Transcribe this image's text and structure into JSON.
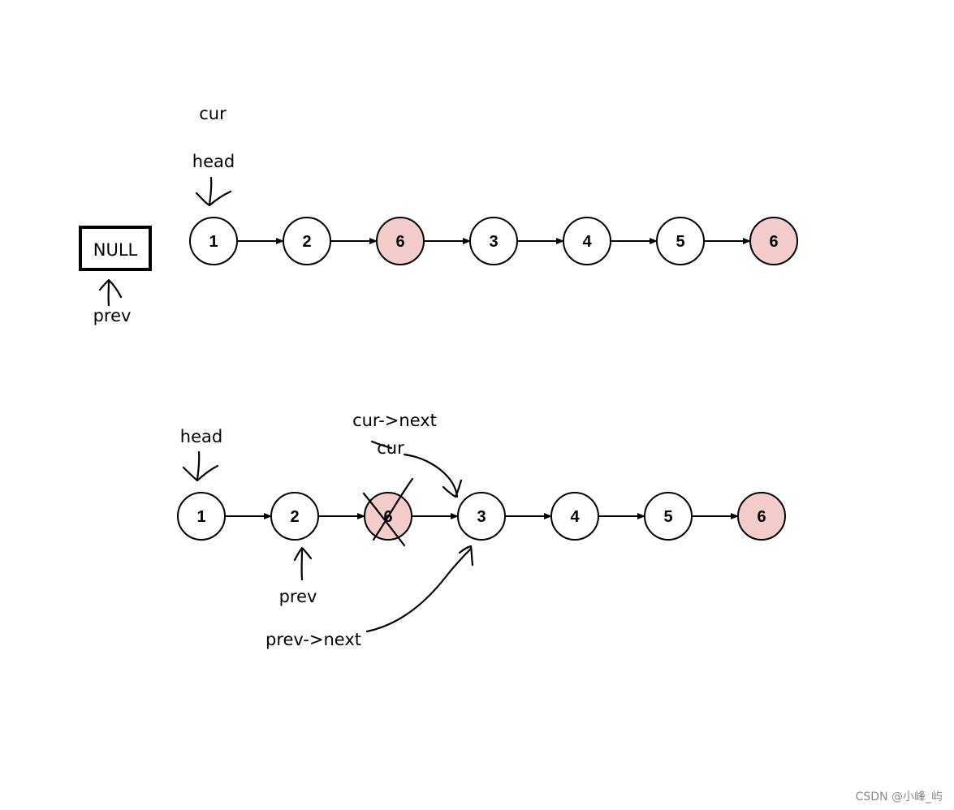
{
  "colors": {
    "node_fill": "#ffffff",
    "highlight_fill": "#f5cccc",
    "stroke": "#000000"
  },
  "diagram_top": {
    "null_box": "NULL",
    "labels": {
      "cur": "cur",
      "head": "head",
      "prev": "prev"
    },
    "nodes": [
      {
        "value": "1",
        "highlight": false
      },
      {
        "value": "2",
        "highlight": false
      },
      {
        "value": "6",
        "highlight": true
      },
      {
        "value": "3",
        "highlight": false
      },
      {
        "value": "4",
        "highlight": false
      },
      {
        "value": "5",
        "highlight": false
      },
      {
        "value": "6",
        "highlight": true
      }
    ]
  },
  "diagram_bottom": {
    "labels": {
      "head": "head",
      "cur_next": "cur->next",
      "cur": "cur",
      "prev": "prev",
      "prev_next": "prev->next"
    },
    "nodes": [
      {
        "value": "1",
        "highlight": false
      },
      {
        "value": "2",
        "highlight": false
      },
      {
        "value": "6",
        "highlight": true,
        "crossed_out": true
      },
      {
        "value": "3",
        "highlight": false
      },
      {
        "value": "4",
        "highlight": false
      },
      {
        "value": "5",
        "highlight": false
      },
      {
        "value": "6",
        "highlight": true
      }
    ]
  },
  "watermark": "CSDN @小峰_屿"
}
